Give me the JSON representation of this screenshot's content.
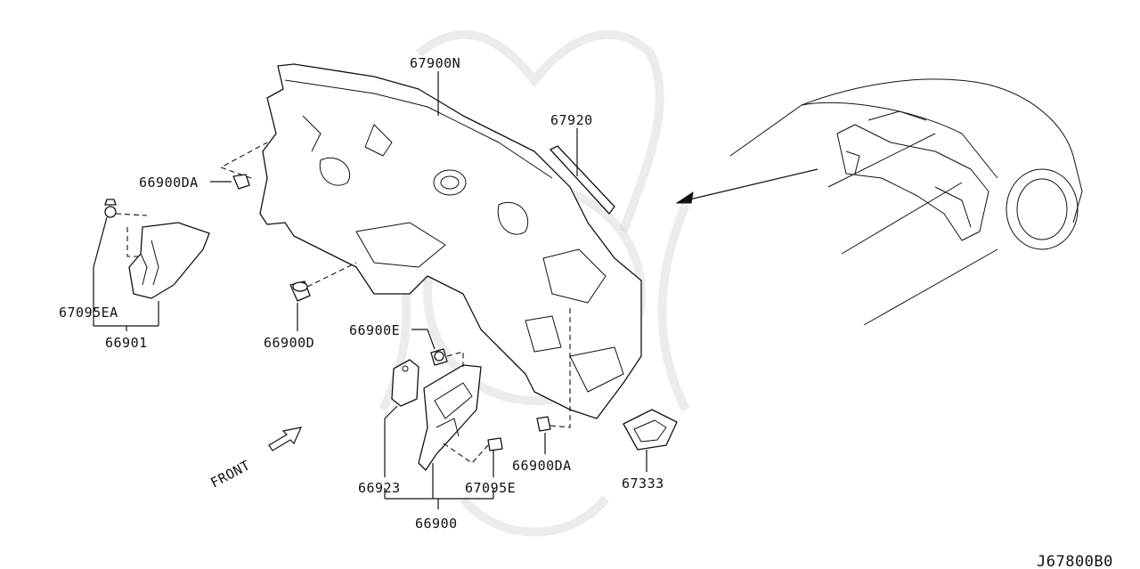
{
  "diagram": {
    "labels": {
      "p67900N": "67900N",
      "p67920": "67920",
      "p66900DA_top": "66900DA",
      "p67095EA": "67095EA",
      "p66901": "66901",
      "p66900D": "66900D",
      "p66900E": "66900E",
      "p66923": "66923",
      "p67095E": "67095E",
      "p66900": "66900",
      "p66900DA_bot": "66900DA",
      "p67333": "67333"
    },
    "front_label": "FRONT",
    "reference_code": "J67800B0"
  }
}
